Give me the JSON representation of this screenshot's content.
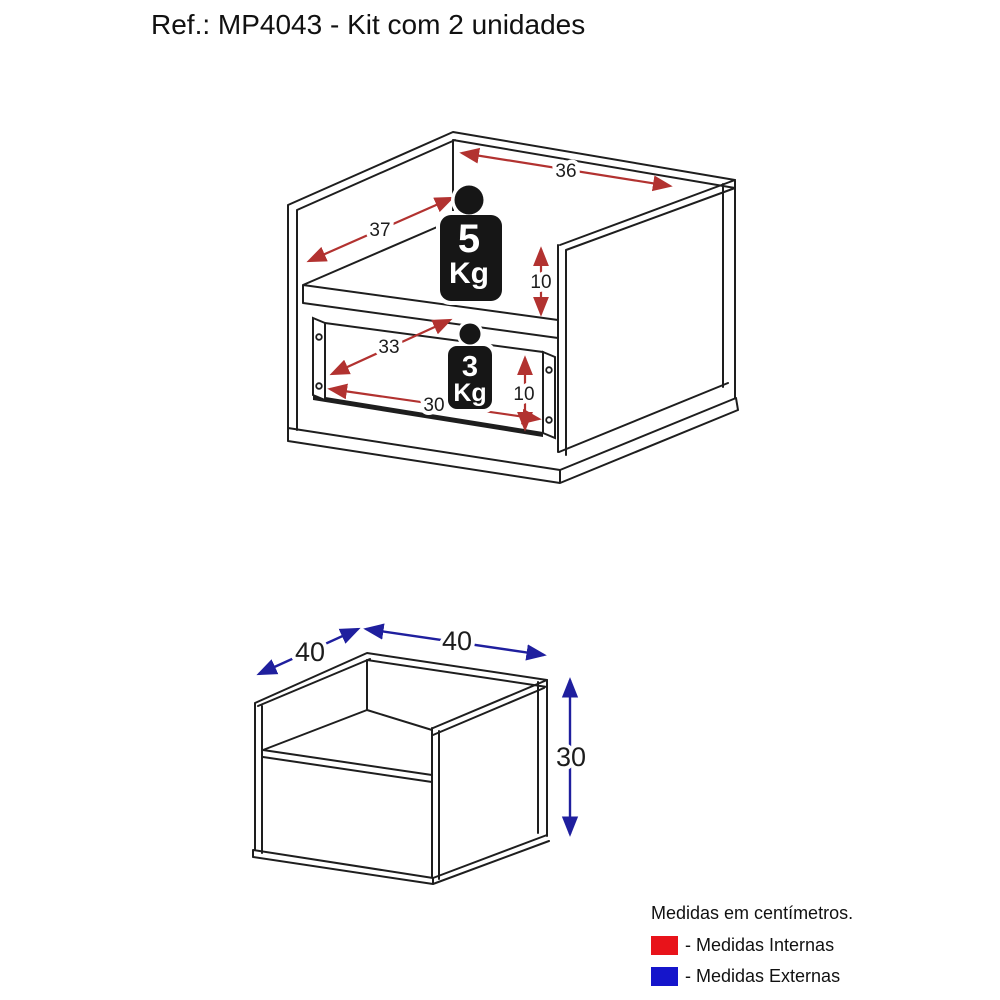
{
  "title": "Ref.: MP4043 - Kit com 2 unidades",
  "top_diagram": {
    "description": "Open cabinet drawing with internal measurements",
    "dims": {
      "back_width": "36",
      "depth": "37",
      "upper_height": "10",
      "slide_span": "33",
      "drawer_width": "30",
      "lower_height": "10"
    },
    "weights": {
      "shelf": {
        "value": "5",
        "unit": "Kg"
      },
      "drawer": {
        "value": "3",
        "unit": "Kg"
      }
    },
    "arrow_color": "#b23230"
  },
  "bottom_diagram": {
    "description": "Closed cabinet drawing with external measurements",
    "dims": {
      "depth": "40",
      "width": "40",
      "height": "30"
    },
    "arrow_color": "#1f1f9e"
  },
  "legend": {
    "note": "Medidas em centímetros.",
    "items": [
      {
        "label": "- Medidas Internas",
        "color": "#e8131a",
        "swatch_style": "background:#e8131a"
      },
      {
        "label": "- Medidas Externas",
        "color": "#1515cb",
        "swatch_style": "background:#1515cb"
      }
    ]
  }
}
